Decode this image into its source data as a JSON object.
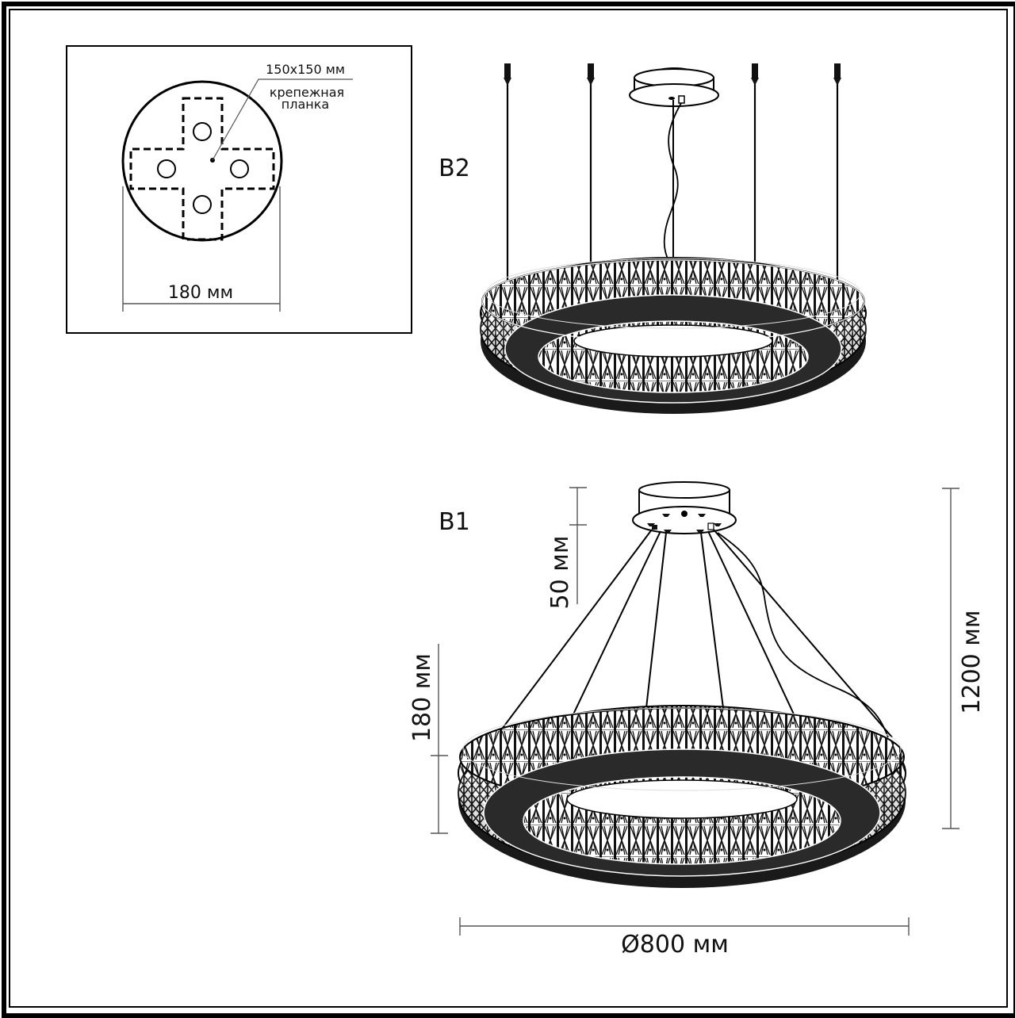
{
  "drawing": {
    "type": "chandelier dimensional drawing",
    "inset_mounting_plate": {
      "plate_size_label": "150x150 мм",
      "plate_name_line1": "крепежная",
      "plate_name_line2": "планка",
      "canopy_diameter_label": "180 мм"
    },
    "view_b2": {
      "label": "B2",
      "suspension_cables": 4,
      "description": "ring on 4 ceiling cables with separate canopy and power cord"
    },
    "view_b1": {
      "label": "B1",
      "canopy_height_label": "50 мм",
      "ring_height_label": "180 мм",
      "total_height_label": "1200 мм",
      "diameter_label": "Ø800 мм",
      "suspension_cables": 6
    },
    "colors": {
      "ink": "#000000",
      "dimension_line": "#555555",
      "background": "#ffffff"
    }
  }
}
